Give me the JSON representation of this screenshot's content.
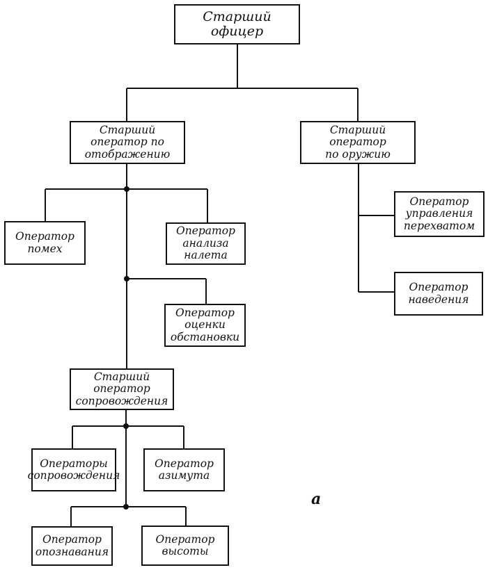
{
  "nodes": {
    "senior_officer": [
      "Старший",
      "офицер"
    ],
    "senior_display_operator": [
      "Старший",
      "оператор по",
      "отображению"
    ],
    "senior_weapons_operator": [
      "Старший",
      "оператор",
      "по оружию"
    ],
    "jamming_operator": [
      "Оператор",
      "помех"
    ],
    "raid_analysis_operator": [
      "Оператор",
      "анализа",
      "налета"
    ],
    "situation_assessment_operator": [
      "Оператор",
      "оценки",
      "обстановки"
    ],
    "senior_tracking_operator": [
      "Старший",
      "оператор",
      "сопровождения"
    ],
    "tracking_operators": [
      "Операторы",
      "сопровождения"
    ],
    "azimuth_operator": [
      "Оператор",
      "азимута"
    ],
    "identification_operator": [
      "Оператор",
      "опознавания"
    ],
    "altitude_operator": [
      "Оператор",
      "высоты"
    ],
    "intercept_control_operator": [
      "Оператор",
      "управления",
      "перехватом"
    ],
    "guidance_operator": [
      "Оператор",
      "наведения"
    ]
  },
  "figure_label": "а"
}
